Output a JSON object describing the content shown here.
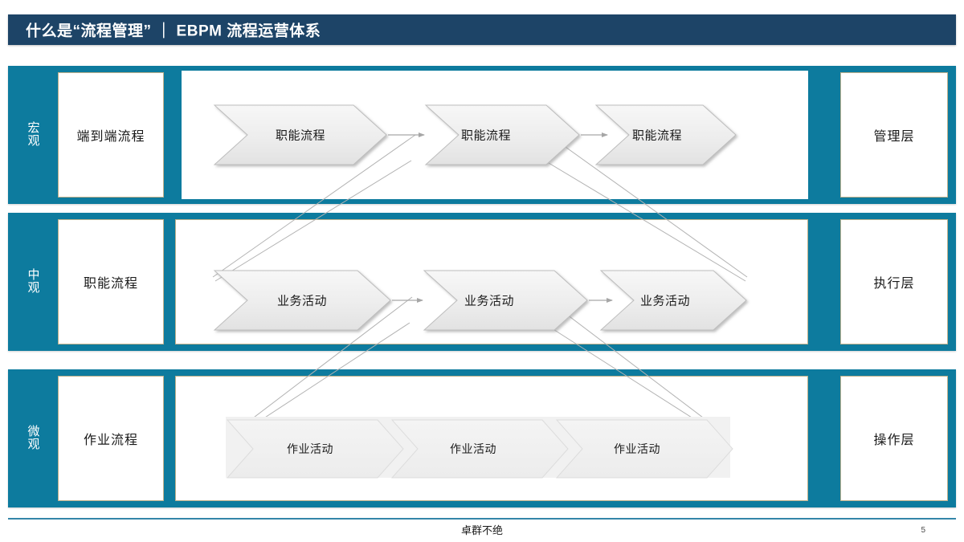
{
  "slide": {
    "title": "什么是“流程管理” ｜ EBPM 流程运营体系",
    "title_bg": "#1d4467",
    "band_color": "#0d7b9e",
    "box_border": "#bfb08a"
  },
  "rows": [
    {
      "scale": "宏观",
      "scale_chars": [
        "宏",
        "观"
      ],
      "left_label": "端到端流程",
      "right_label": "管理层",
      "steps": [
        "职能流程",
        "职能流程",
        "职能流程"
      ]
    },
    {
      "scale": "中观",
      "scale_chars": [
        "中",
        "观"
      ],
      "left_label": "职能流程",
      "right_label": "执行层",
      "steps": [
        "业务活动",
        "业务活动",
        "业务活动"
      ]
    },
    {
      "scale": "微观",
      "scale_chars": [
        "微",
        "观"
      ],
      "left_label": "作业流程",
      "right_label": "操作层",
      "steps": [
        "作业活动",
        "作业活动",
        "作业活动"
      ]
    }
  ],
  "footer": {
    "text": "卓群不绝",
    "page_number": "5"
  }
}
